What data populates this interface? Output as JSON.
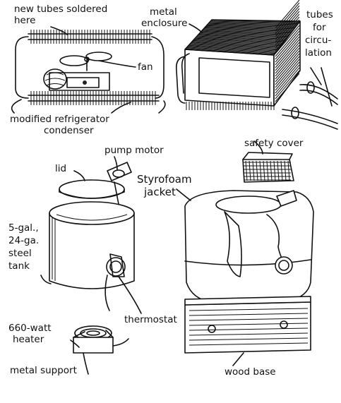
{
  "labels": {
    "new_tubes_line1": "new tubes soldered",
    "new_tubes_line2": "here",
    "metal_line1": "metal",
    "metal_line2": "enclosure",
    "tubes_line1": "tubes",
    "tubes_line2": "for",
    "tubes_line3": "circu-",
    "tubes_line4": "lation",
    "fan": "fan",
    "modified_line1": "modified refrigerator",
    "modified_line2": "condenser",
    "pump_motor": "pump motor",
    "safety_cover": "safety cover",
    "lid": "lid",
    "styro_line1": "Styrofoam",
    "styro_line2": "jacket",
    "tank_line1": "5-gal.,",
    "tank_line2": "24-ga.",
    "tank_line3": "steel",
    "tank_line4": "tank",
    "thermostat": "thermostat",
    "heater_line1": "660-watt",
    "heater_line2": "heater",
    "metal_support": "metal support",
    "wood_base": "wood base"
  }
}
